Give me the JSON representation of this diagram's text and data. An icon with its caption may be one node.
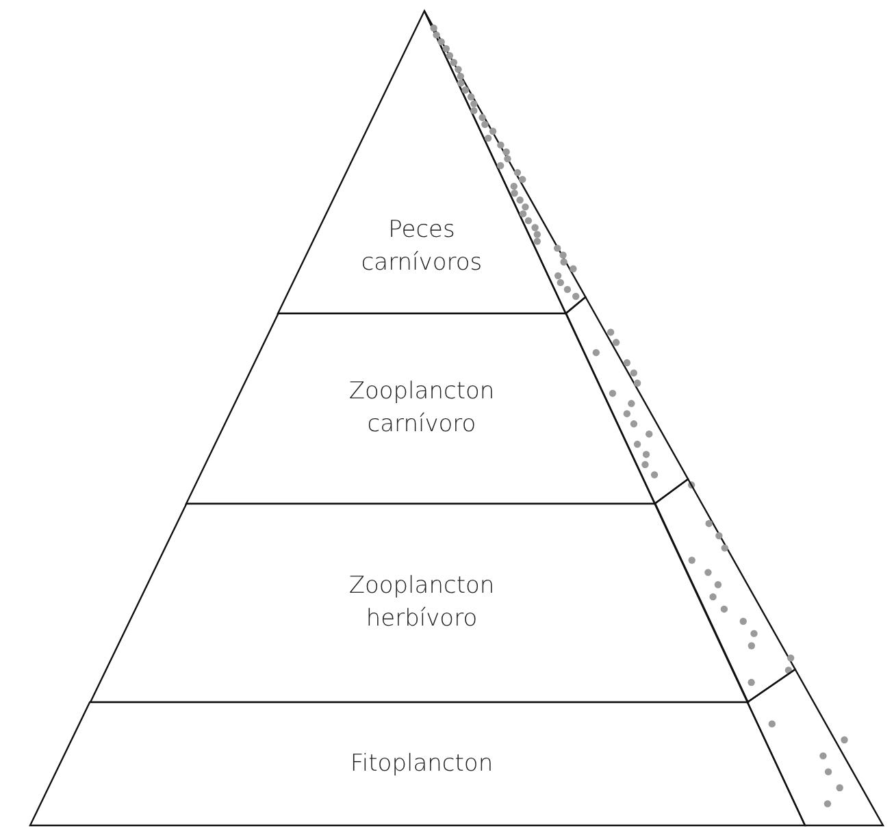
{
  "diagram": {
    "nodes": [
      {
        "text": [
          "Peces carnívoros"
        ]
      },
      {
        "text": [
          "Zooplancton carnívoro"
        ]
      },
      {
        "text": [
          "Zooplancton herbívoro"
        ]
      },
      {
        "text": [
          "Fitoplancton"
        ]
      }
    ]
  }
}
